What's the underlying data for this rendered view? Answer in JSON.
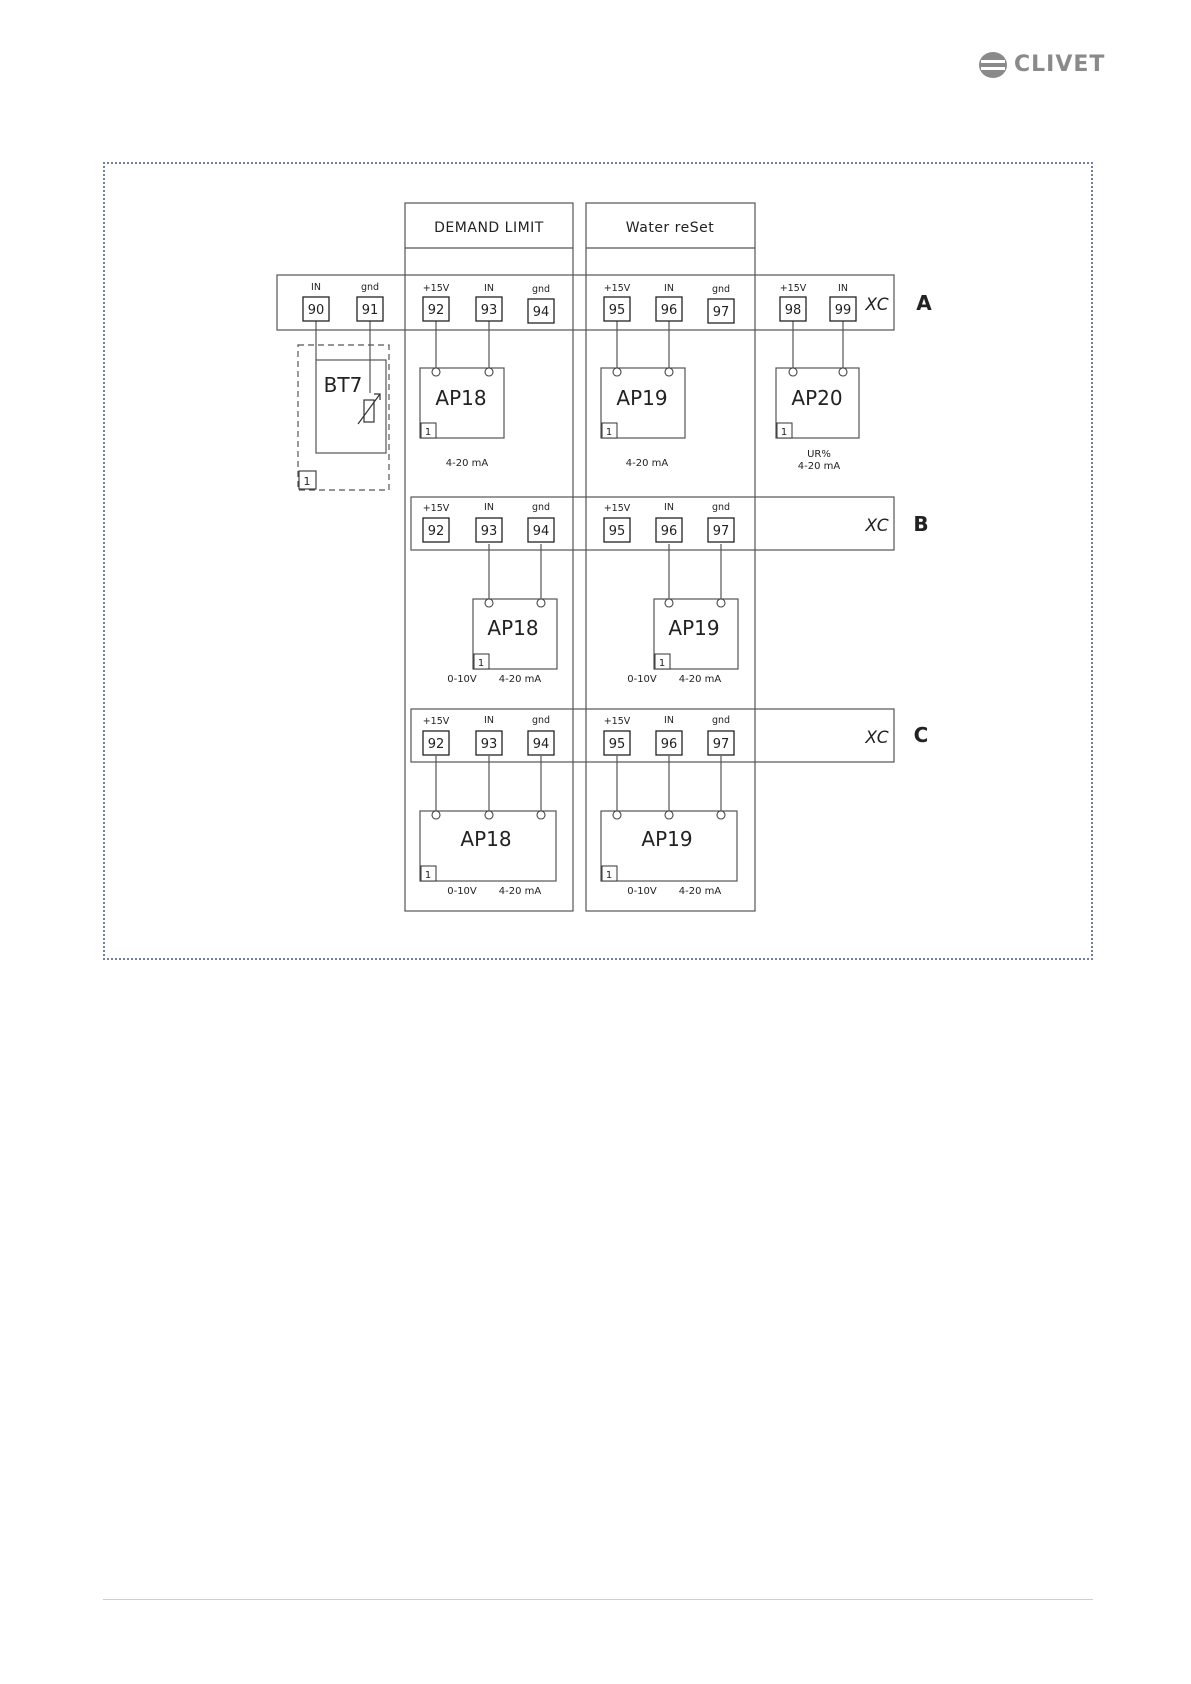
{
  "brand": {
    "name": "CLIVET",
    "color": "#8a8a8a"
  },
  "diagram": {
    "group_labels": {
      "demand": "DEMAND LIMIT",
      "water": "Water reSet"
    },
    "rows": {
      "A": {
        "letter": "A",
        "xc": "XC",
        "terminals": [
          {
            "label": "IN",
            "num": "90"
          },
          {
            "label": "gnd",
            "num": "91"
          },
          {
            "label": "+15V",
            "num": "92"
          },
          {
            "label": "IN",
            "num": "93"
          },
          {
            "label": "gnd",
            "num": "94"
          },
          {
            "label": "+15V",
            "num": "95"
          },
          {
            "label": "IN",
            "num": "96"
          },
          {
            "label": "gnd",
            "num": "97"
          },
          {
            "label": "+15V",
            "num": "98"
          },
          {
            "label": "IN",
            "num": "99"
          }
        ]
      },
      "B": {
        "letter": "B",
        "xc": "XC",
        "terminals": [
          {
            "label": "+15V",
            "num": "92"
          },
          {
            "label": "IN",
            "num": "93"
          },
          {
            "label": "gnd",
            "num": "94"
          },
          {
            "label": "+15V",
            "num": "95"
          },
          {
            "label": "IN",
            "num": "96"
          },
          {
            "label": "gnd",
            "num": "97"
          }
        ]
      },
      "C": {
        "letter": "C",
        "xc": "XC",
        "terminals": [
          {
            "label": "+15V",
            "num": "92"
          },
          {
            "label": "IN",
            "num": "93"
          },
          {
            "label": "gnd",
            "num": "94"
          },
          {
            "label": "+15V",
            "num": "95"
          },
          {
            "label": "IN",
            "num": "96"
          },
          {
            "label": "gnd",
            "num": "97"
          }
        ]
      }
    },
    "sensor": {
      "name": "BT7",
      "pin": "1"
    },
    "devices": {
      "a_ap18": {
        "name": "AP18",
        "pin": "1",
        "note1": "4-20 mA"
      },
      "a_ap19": {
        "name": "AP19",
        "pin": "1",
        "note1": "4-20 mA"
      },
      "a_ap20": {
        "name": "AP20",
        "pin": "1",
        "note1": "UR%",
        "note2": "4-20 mA"
      },
      "b_ap18": {
        "name": "AP18",
        "pin": "1",
        "note1": "0-10V",
        "note2": "4-20 mA"
      },
      "b_ap19": {
        "name": "AP19",
        "pin": "1",
        "note1": "0-10V",
        "note2": "4-20 mA"
      },
      "c_ap18": {
        "name": "AP18",
        "pin": "1",
        "note1": "0-10V",
        "note2": "4-20 mA"
      },
      "c_ap19": {
        "name": "AP19",
        "pin": "1",
        "note1": "0-10V",
        "note2": "4-20 mA"
      }
    }
  }
}
